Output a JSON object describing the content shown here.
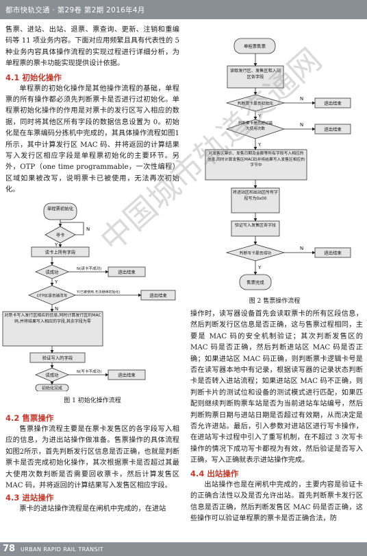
{
  "header": {
    "journal": "都市快轨交通 · 第29卷 第2期 2016年4月"
  },
  "left_col": {
    "intro": "售票、进站、出站、退票、票查询、更新、注销和重编码等 11 项业务内容。下面对应用频繁且具有代表性的 5 种业务内容具体操作流程的实现过程进行详细分析，为单程票的票卡功能实现提供设计依据。",
    "s41_title": "4.1 初始化操作",
    "s41_body": "单程票的初始化操作是其他操作流程的基础，单程票的所有操作都必须先判断票卡是否进行过初始化。单程票初始化操作的作用是对票卡的发行区写入相应的数据，同时将其他区所有字段的数据信息设置为 0。初始化是在车票编码分拣机中完成的，其具体操作流程如图1所示，其中计算发行区 MAC 码、并将返回的计算结果写入发行区相应字段是单程票初始化的主要环节。另外，OTP（one time programmable，一次性编程）区域如果被改写，说明票卡已被使用，无法再次初始化。",
    "fig1_caption": "图 1 初始化操作流程",
    "s42_title": "4.2 售票操作",
    "s42_body": "售票操作流程主要是在票卡发售区的各字段写入相应的信息，为进出站操作做准备。售票操作的具体流程如图2所示，首先判断发行区信息是否正确，也就是判断票卡是否完成初始化操作，其次根据票卡是否超过其最大使用次数判断是否需要回收票卡，然后计算发售区 MAC 码，并将返回的计算结果写入发售区相应字段。",
    "s43_title": "4.3 进站操作",
    "s43_body": "票卡的进站操作流程是在闸机中完成的，在进站"
  },
  "right_col": {
    "fig2_caption": "图 2 售票操作流程",
    "p1": "操作时，读写器设备首先会读取票卡的所有区段信息，然后判断发行区信息是否正确，这与售票过程相同，主要是 MAC 码的安全机制验证；其次判断发售区的 MAC 码是否正确，然后判断进站区 MAC 码是否正确；如果进站区 MAC 码正确，则判断票卡逻辑卡号是否在读写器本地中有记录，根据读写器的记录状态判断卡是否转入进站流程；如果进站区 MAC 码不正确，则判断卡片的测试位和设备的测试模式进行匹配，如果匹配则继续判断购票车站是否为当前进站车站编号，然后判断购票日期与进站日期是否超过有效期，从而决定是否允许进站。最后，引入参数对进站区进行写卡操作，在进站写卡过程中引入了重写机制，在不超过 3 次写卡操作的情况下成功写卡都视为有效，然后验证是否写入正确，写入正确就表示进站操作完成。",
    "s44_title": "4.4 出站操作",
    "s44_body": "出站操作也是在闸机中完成的，主要内容是验证卡的正确合法性以及是否允许出站。首先判断票卡发行区信息是否正确，然后判断发售区 MAC 码是否正确，这些操作可以验证单程票的票卡是否正确合法，防"
  },
  "fig1": {
    "start": "单程票初始化",
    "d1": "寻卡",
    "p1": "读卡上所有字段",
    "d2": "读成功",
    "d2_no": "N(读卡不成功)",
    "end_exit": "退出结束",
    "d3": "OTP区是否被改写",
    "d3_yes": "Y(已被使用,无法继续初始化)",
    "p2": "对票卡写入发行区相应的信息,同时计算发行区的MAC码,并将结果写入相应的字段,其余字段为零",
    "p3": "验证写入的字段",
    "d4": "读成功",
    "d4_no": "N(写卡不成功)",
    "end_ok": "初始化完成",
    "y": "Y",
    "n": "N"
  },
  "fig2": {
    "start": "单程票售票",
    "p1": "读取发行区、发售区和入站区各字段",
    "d1": "判断票卡是否初始化",
    "end_exit1": "退出结束",
    "d2": "判断票卡是否超过最大使用次数",
    "end_exit2": "退出结束",
    "p2": "对发售区票价、发售日期及金额等所有字段写入相应的信息,同时计算发售区MAC码并将结果写入发售区相应的字节中",
    "p3": "将进站区和出站区所有字段写为0x00",
    "p4": "验证写入发售区各字段",
    "d3": "判断写卡是否成功",
    "end_exit3": "退出结束",
    "end_ok": "售票完成",
    "y": "Y",
    "n": "N"
  },
  "watermark": "中国城市轨道交通网",
  "footer": {
    "page": "78",
    "journal_en": "URBAN RAPID RAIL TRANSIT"
  }
}
